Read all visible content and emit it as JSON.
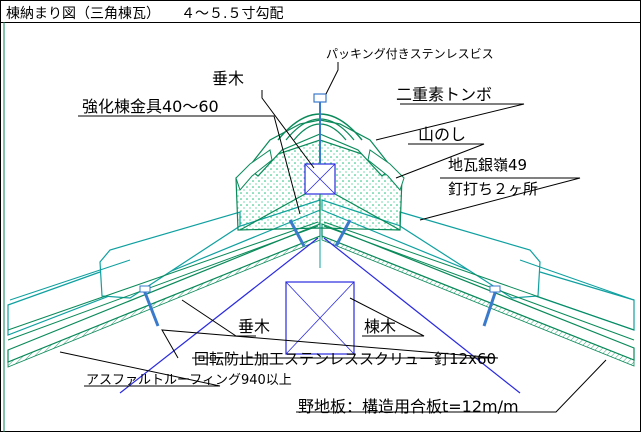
{
  "title": "棟納まり図（三角棟瓦）　　４～５.５寸勾配",
  "labels": {
    "packing_screw": "パッキング付きステンレスビス",
    "taruki_top": "垂木",
    "nijuu_tonbo": "二重素トンボ",
    "kyouka_kanagu": "強化棟金具40～60",
    "yamanoshi": "山のし",
    "jigawara": "地瓦銀嶺49",
    "kugi_uchi": "釘打ち２ヶ所",
    "taruki_bottom": "垂木",
    "muneki": "棟木",
    "screw_nail": "回転防止加工ステンレススクリュー釘12x60",
    "asphalt": "アスファルトルーフィング940以上",
    "nojiita": "野地板：構造用合板t=12m/m"
  },
  "colors": {
    "frame": "#000000",
    "tile_outline": "#0a8a5a",
    "tile_fill": "#1bbf7a",
    "roof_teal": "#10a0a0",
    "structure_blue": "#2a2ae0",
    "leader": "#000000",
    "screw_blue": "#3a7acc"
  }
}
